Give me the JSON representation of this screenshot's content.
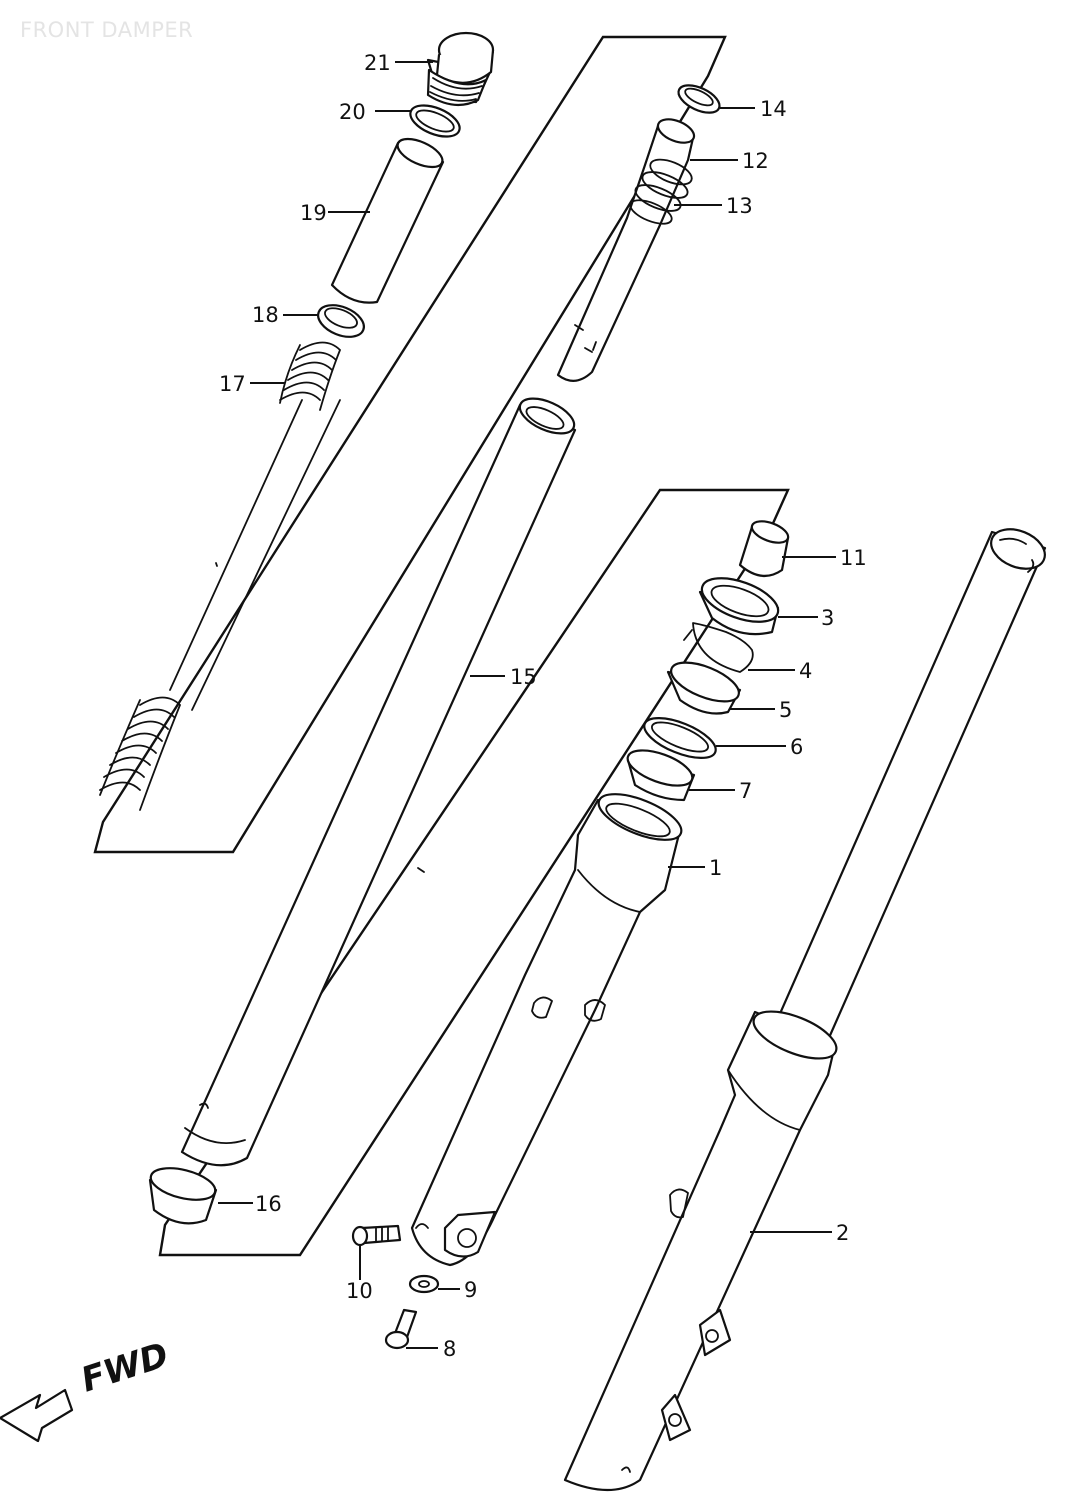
{
  "watermark": "FRONT DAMPER",
  "direction_label": "FWD",
  "callouts": [
    {
      "id": "1",
      "label": "1"
    },
    {
      "id": "2",
      "label": "2"
    },
    {
      "id": "3",
      "label": "3"
    },
    {
      "id": "4",
      "label": "4"
    },
    {
      "id": "5",
      "label": "5"
    },
    {
      "id": "6",
      "label": "6"
    },
    {
      "id": "7",
      "label": "7"
    },
    {
      "id": "8",
      "label": "8"
    },
    {
      "id": "9",
      "label": "9"
    },
    {
      "id": "10",
      "label": "10"
    },
    {
      "id": "11",
      "label": "11"
    },
    {
      "id": "12",
      "label": "12"
    },
    {
      "id": "13",
      "label": "13"
    },
    {
      "id": "14",
      "label": "14"
    },
    {
      "id": "15",
      "label": "15"
    },
    {
      "id": "16",
      "label": "16"
    },
    {
      "id": "17",
      "label": "17"
    },
    {
      "id": "18",
      "label": "18"
    },
    {
      "id": "19",
      "label": "19"
    },
    {
      "id": "20",
      "label": "20"
    },
    {
      "id": "21",
      "label": "21"
    }
  ]
}
